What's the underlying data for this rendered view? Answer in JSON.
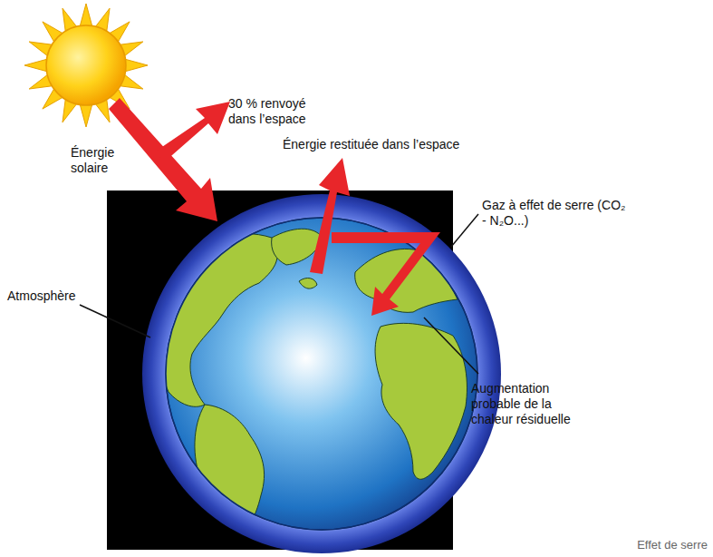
{
  "diagram": {
    "caption": "Effet de serre",
    "labels": [
      "Énergie solaire",
      "30 % renvoyé dans l’espace",
      "Énergie restituée dans l’espace",
      "Gaz à effet de serre (CO₂ - N₂O...)",
      "Atmosphère",
      "Augmentation probable de la chaleur résiduelle"
    ]
  }
}
